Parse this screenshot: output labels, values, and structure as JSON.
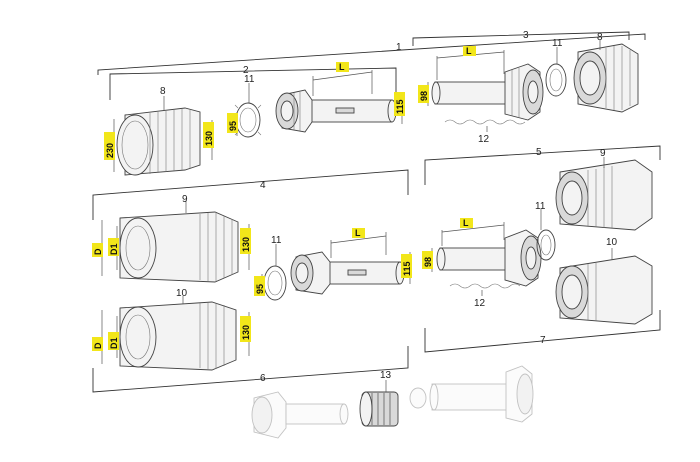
{
  "callouts": {
    "n1": "1",
    "n2": "2",
    "n3": "3",
    "n4": "4",
    "n5": "5",
    "n6": "6",
    "n7": "7",
    "n8a": "8",
    "n8b": "8",
    "n9a": "9",
    "n9b": "9",
    "n10a": "10",
    "n10b": "10",
    "n11a": "11",
    "n11b": "11",
    "n11c": "11",
    "n11d": "11",
    "n12a": "12",
    "n12b": "12",
    "n13": "13"
  },
  "dimensions": {
    "d230": "230",
    "d130a": "130",
    "d130b": "130",
    "d130c": "130",
    "d95a": "95",
    "d95b": "95",
    "d115a": "115",
    "d115b": "115",
    "d98a": "98",
    "d98b": "98",
    "L1": "L",
    "L2": "L",
    "L3": "L",
    "L4": "L",
    "Da": "D",
    "Db": "D",
    "D1a": "D1",
    "D1b": "D1"
  },
  "colors": {
    "highlight": "#f2e61a",
    "line": "#333333"
  }
}
